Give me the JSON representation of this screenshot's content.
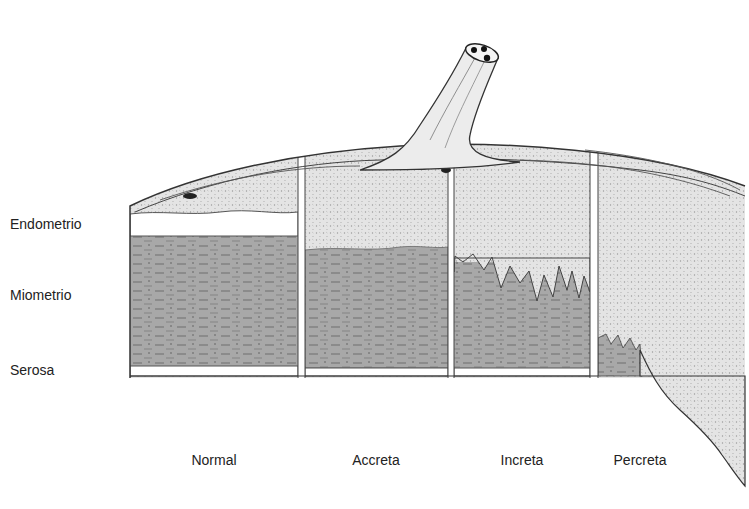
{
  "diagram": {
    "labels": [
      "Endometrio",
      "Miometrio",
      "Serosa",
      "Normal",
      "Accreta",
      "Increta",
      "Percreta"
    ]
  }
}
